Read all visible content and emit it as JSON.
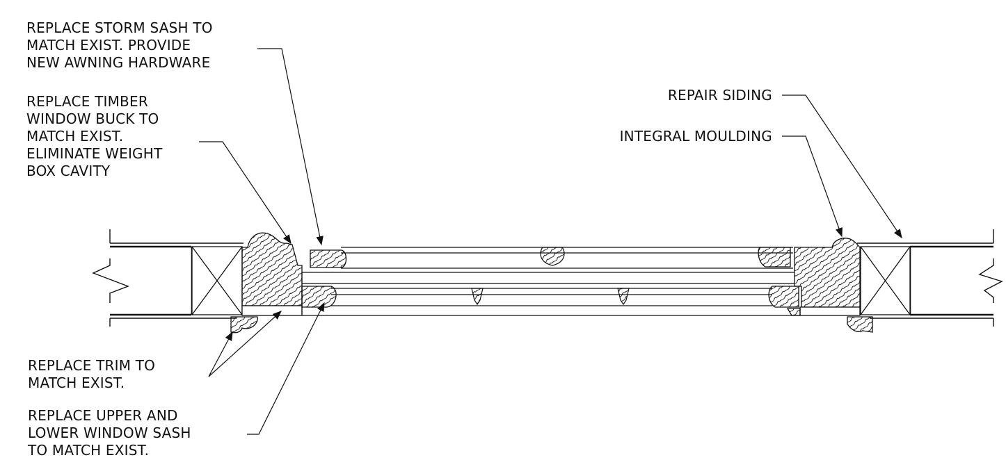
{
  "drawing": {
    "title": "",
    "colors": {
      "line": "#111111",
      "background": "#ffffff"
    }
  },
  "notes": {
    "storm_sash": {
      "lines": [
        "REPLACE STORM SASH TO",
        "MATCH EXIST. PROVIDE",
        "NEW AWNING HARDWARE"
      ]
    },
    "window_buck": {
      "lines": [
        "REPLACE TIMBER",
        "WINDOW BUCK TO",
        "MATCH EXIST.",
        "ELIMINATE WEIGHT",
        "BOX CAVITY"
      ]
    },
    "trim": {
      "lines": [
        "REPLACE TRIM TO",
        "MATCH EXIST."
      ]
    },
    "window_sash": {
      "lines": [
        "REPLACE UPPER AND",
        "LOWER WINDOW SASH",
        "TO MATCH EXIST."
      ]
    },
    "siding": {
      "lines": [
        "REPAIR SIDING"
      ]
    },
    "moulding": {
      "lines": [
        "INTEGRAL MOULDING"
      ]
    }
  }
}
